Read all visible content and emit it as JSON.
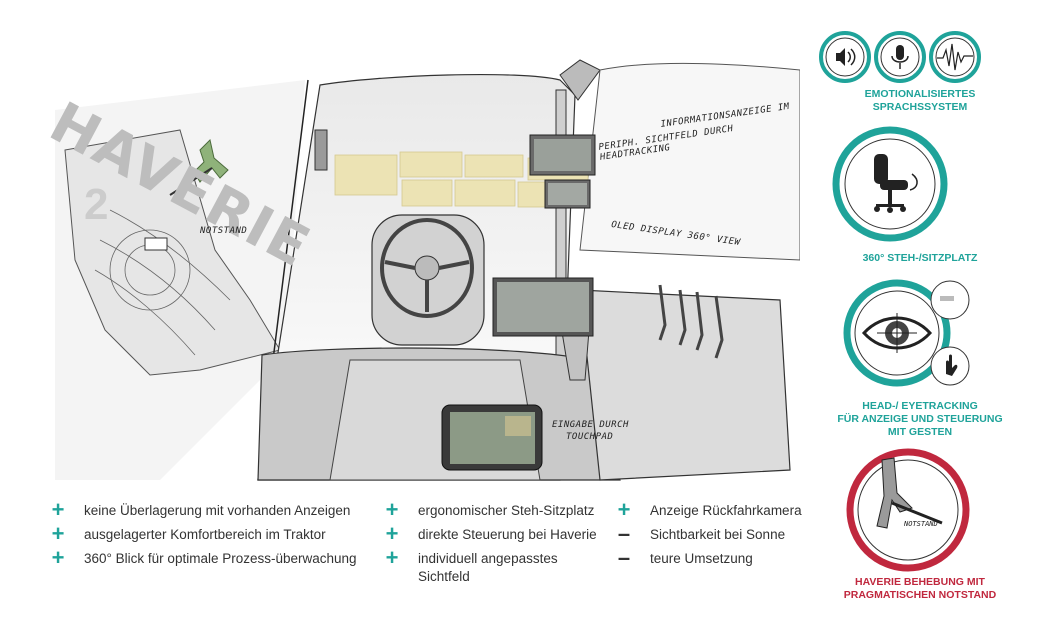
{
  "sketch": {
    "watermark": "HAVERIE",
    "label_notstand_left": "NOTSTAND",
    "label_info_line1": "INFORMATIONSANZEIGE IM",
    "label_info_line2": "PERIPH. SICHTFELD DURCH HEADTRACKING",
    "label_oled": "OLED DISPLAY 360° VIEW",
    "label_touch_line1": "EINGABE DURCH",
    "label_touch_line2": "TOUCHPAD",
    "number_on_machine": "2"
  },
  "features": [
    {
      "label_line1": "EMOTIONALISIERTES",
      "label_line2": "SPRACHSSYSTEM",
      "color": "#1fa39a"
    },
    {
      "label_line1": "360° STEH-/SITZPLATZ",
      "color": "#1fa39a"
    },
    {
      "label_line1": "HEAD-/ EYETRACKING",
      "label_line2": "FÜR ANZEIGE UND STEUERUNG",
      "label_line3": "MIT GESTEN",
      "color": "#1fa39a"
    },
    {
      "label_line1": "HAVERIE BEHEBUNG MIT",
      "label_line2": "PRAGMATISCHEN NOTSTAND",
      "inner_label": "NOTSTAND",
      "color": "#c0283e"
    }
  ],
  "icons": [
    "speaker-icon",
    "microphone-icon",
    "waveform-icon",
    "chair-icon",
    "eye-icon",
    "hand-gesture-icon",
    "notstand-lever-icon"
  ],
  "lists": {
    "col1": [
      {
        "symbol": "+",
        "text": "keine Überlagerung mit vorhanden Anzeigen"
      },
      {
        "symbol": "+",
        "text": "ausgelagerter Komfortbereich im Traktor"
      },
      {
        "symbol": "+",
        "text": "360° Blick für optimale Prozess-überwachung"
      }
    ],
    "col2": [
      {
        "symbol": "+",
        "text": "ergonomischer Steh-Sitzplatz"
      },
      {
        "symbol": "+",
        "text": "direkte Steuerung bei Haverie"
      },
      {
        "symbol": "+",
        "text": "individuell angepasstes Sichtfeld"
      }
    ],
    "col3": [
      {
        "symbol": "+",
        "text": "Anzeige Rückfahrkamera"
      },
      {
        "symbol": "–",
        "text": "Sichtbarkeit bei Sonne"
      },
      {
        "symbol": "–",
        "text": "teure Umsetzung"
      }
    ]
  },
  "colors": {
    "accent": "#1fa39a",
    "alert": "#c0283e",
    "note": "#ece3b4"
  }
}
